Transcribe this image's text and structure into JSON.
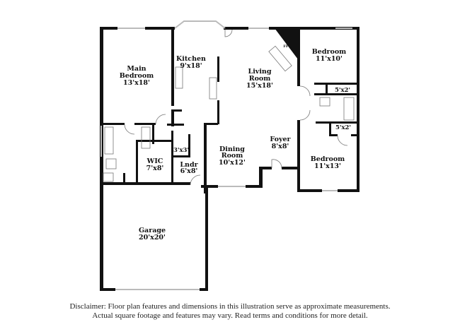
{
  "rooms": {
    "main_bedroom": {
      "name1": "Main",
      "name2": "Bedroom",
      "size": "13'x18'"
    },
    "kitchen": {
      "name": "Kitchen",
      "size": "9'x18'"
    },
    "living_room": {
      "name1": "Living",
      "name2": "Room",
      "size": "15'x18'"
    },
    "bedroom_1": {
      "name": "Bedroom",
      "size": "11'x10'"
    },
    "closet_1": {
      "size": "5'x2'"
    },
    "closet_2": {
      "size": "5'x2'"
    },
    "bedroom_2": {
      "name": "Bedroom",
      "size": "11'x13'"
    },
    "foyer": {
      "name": "Foyer",
      "size": "8'x8'"
    },
    "dining_room": {
      "name1": "Dining",
      "name2": "Room",
      "size": "10'x12'"
    },
    "pantry": {
      "size": "3'x3'"
    },
    "laundry": {
      "name": "Lndr",
      "size": "6'x8'"
    },
    "wic": {
      "name": "WIC",
      "size": "7'x8'"
    },
    "garage": {
      "name": "Garage",
      "size": "20'x20'"
    },
    "fireplace": {
      "label": "FP"
    }
  },
  "disclaimer": {
    "line1": "Disclaimer: Floor plan features and dimensions in this illustration serve as approximate measurements.",
    "line2": "Actual square footage and features may vary. Read terms and conditions for more detail."
  },
  "colors": {
    "wall": "#111111",
    "window": "#bfbfbf"
  }
}
